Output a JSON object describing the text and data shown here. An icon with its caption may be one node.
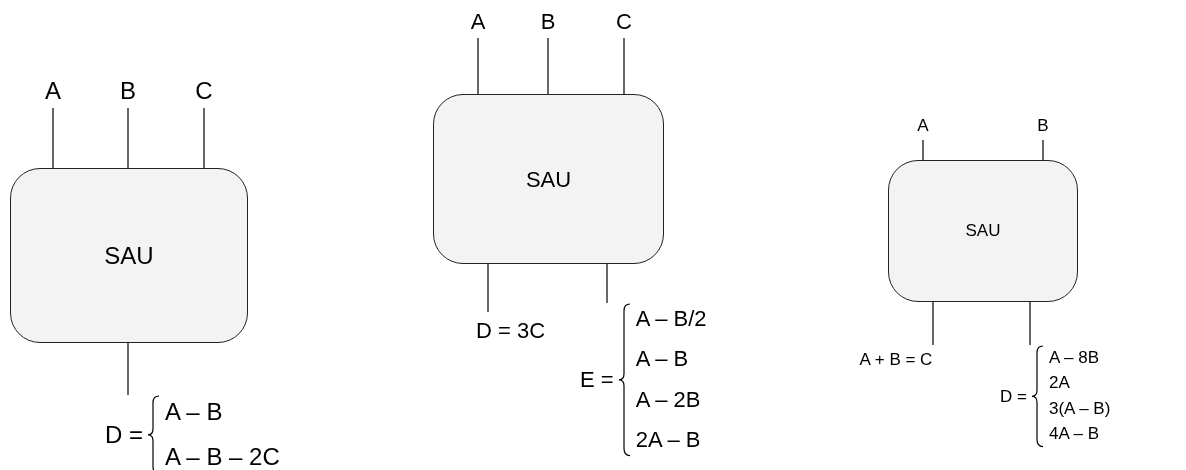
{
  "diagram": {
    "nodes": [
      {
        "text": [
          "A"
        ]
      },
      {
        "text": [
          "B"
        ]
      },
      {
        "text": [
          "C"
        ]
      },
      {
        "text": [
          "SAU"
        ]
      },
      {
        "text": [
          "D =",
          "A – B",
          "A – B – 2C"
        ]
      },
      {
        "text": [
          "A"
        ]
      },
      {
        "text": [
          "B"
        ]
      },
      {
        "text": [
          "C"
        ]
      },
      {
        "text": [
          "SAU"
        ]
      },
      {
        "text": [
          "D = 3C"
        ]
      },
      {
        "text": [
          "E =",
          "A – B/2",
          "A – B",
          "A – 2B",
          "2A – B"
        ]
      },
      {
        "text": [
          "A"
        ]
      },
      {
        "text": [
          "B"
        ]
      },
      {
        "text": [
          "SAU"
        ]
      },
      {
        "text": [
          "A + B = C"
        ]
      },
      {
        "text": [
          "D =",
          "A – 8B",
          "2A",
          "3(A – B)",
          "4A – B"
        ]
      }
    ],
    "edges": [
      {
        "from": 0,
        "to": 3,
        "arrow": "none"
      },
      {
        "from": 1,
        "to": 3,
        "arrow": "none"
      },
      {
        "from": 2,
        "to": 3,
        "arrow": "none"
      },
      {
        "from": 3,
        "to": 4,
        "arrow": "none"
      },
      {
        "from": 5,
        "to": 8,
        "arrow": "none"
      },
      {
        "from": 6,
        "to": 8,
        "arrow": "none"
      },
      {
        "from": 7,
        "to": 8,
        "arrow": "none"
      },
      {
        "from": 8,
        "to": 9,
        "arrow": "none"
      },
      {
        "from": 8,
        "to": 10,
        "arrow": "none"
      },
      {
        "from": 11,
        "to": 13,
        "arrow": "none"
      },
      {
        "from": 12,
        "to": 13,
        "arrow": "none"
      },
      {
        "from": 13,
        "to": 14,
        "arrow": "none"
      },
      {
        "from": 13,
        "to": 15,
        "arrow": "none"
      }
    ]
  }
}
